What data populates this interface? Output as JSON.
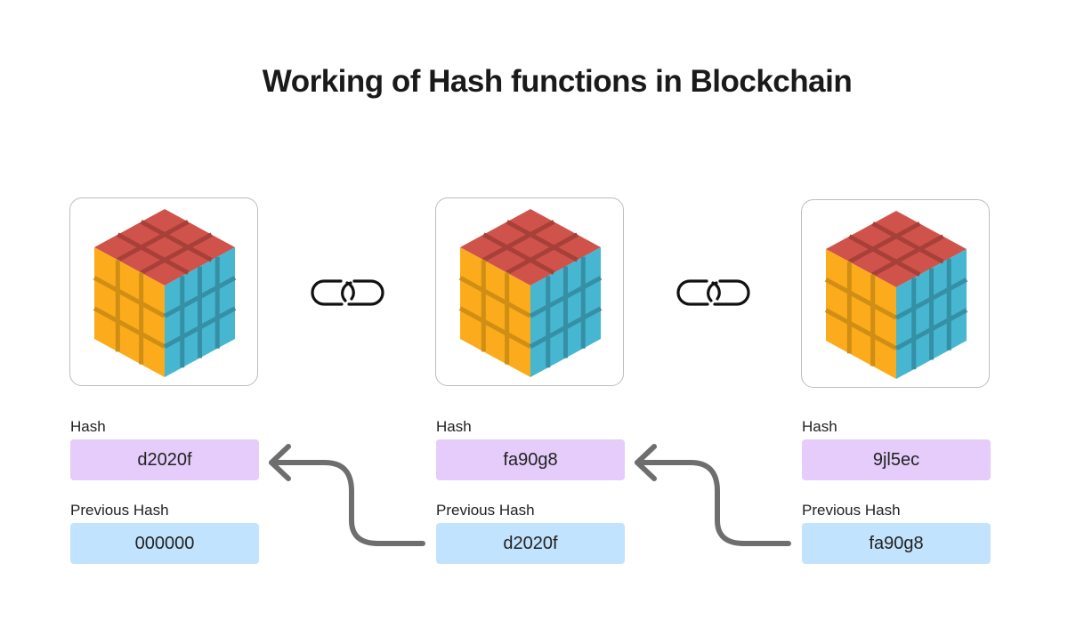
{
  "title": "Working of Hash functions in Blockchain",
  "colors": {
    "hash_box": "#e5ccfb",
    "previous_hash_box": "#c2e3fd",
    "arrow": "#6e6e6e",
    "cube_top": "#d0534b",
    "cube_left": "#fbab1c",
    "cube_right": "#47b6d1"
  },
  "blocks": [
    {
      "icon": "cube-icon",
      "hash_label": "Hash",
      "hash": "d2020f",
      "previous_hash_label": "Previous Hash",
      "previous_hash": "000000"
    },
    {
      "icon": "cube-icon",
      "hash_label": "Hash",
      "hash": "fa90g8",
      "previous_hash_label": "Previous Hash",
      "previous_hash": "d2020f"
    },
    {
      "icon": "cube-icon",
      "hash_label": "Hash",
      "hash": "9jl5ec",
      "previous_hash_label": "Previous Hash",
      "previous_hash": "fa90g8"
    }
  ],
  "connectors": [
    {
      "icon": "chain-link-icon",
      "from_block": 1,
      "to_block": 2
    },
    {
      "icon": "chain-link-icon",
      "from_block": 2,
      "to_block": 3
    }
  ],
  "arrows": [
    {
      "from": "block-2 previous hash",
      "to": "block-1 hash"
    },
    {
      "from": "block-3 previous hash",
      "to": "block-2 hash"
    }
  ]
}
